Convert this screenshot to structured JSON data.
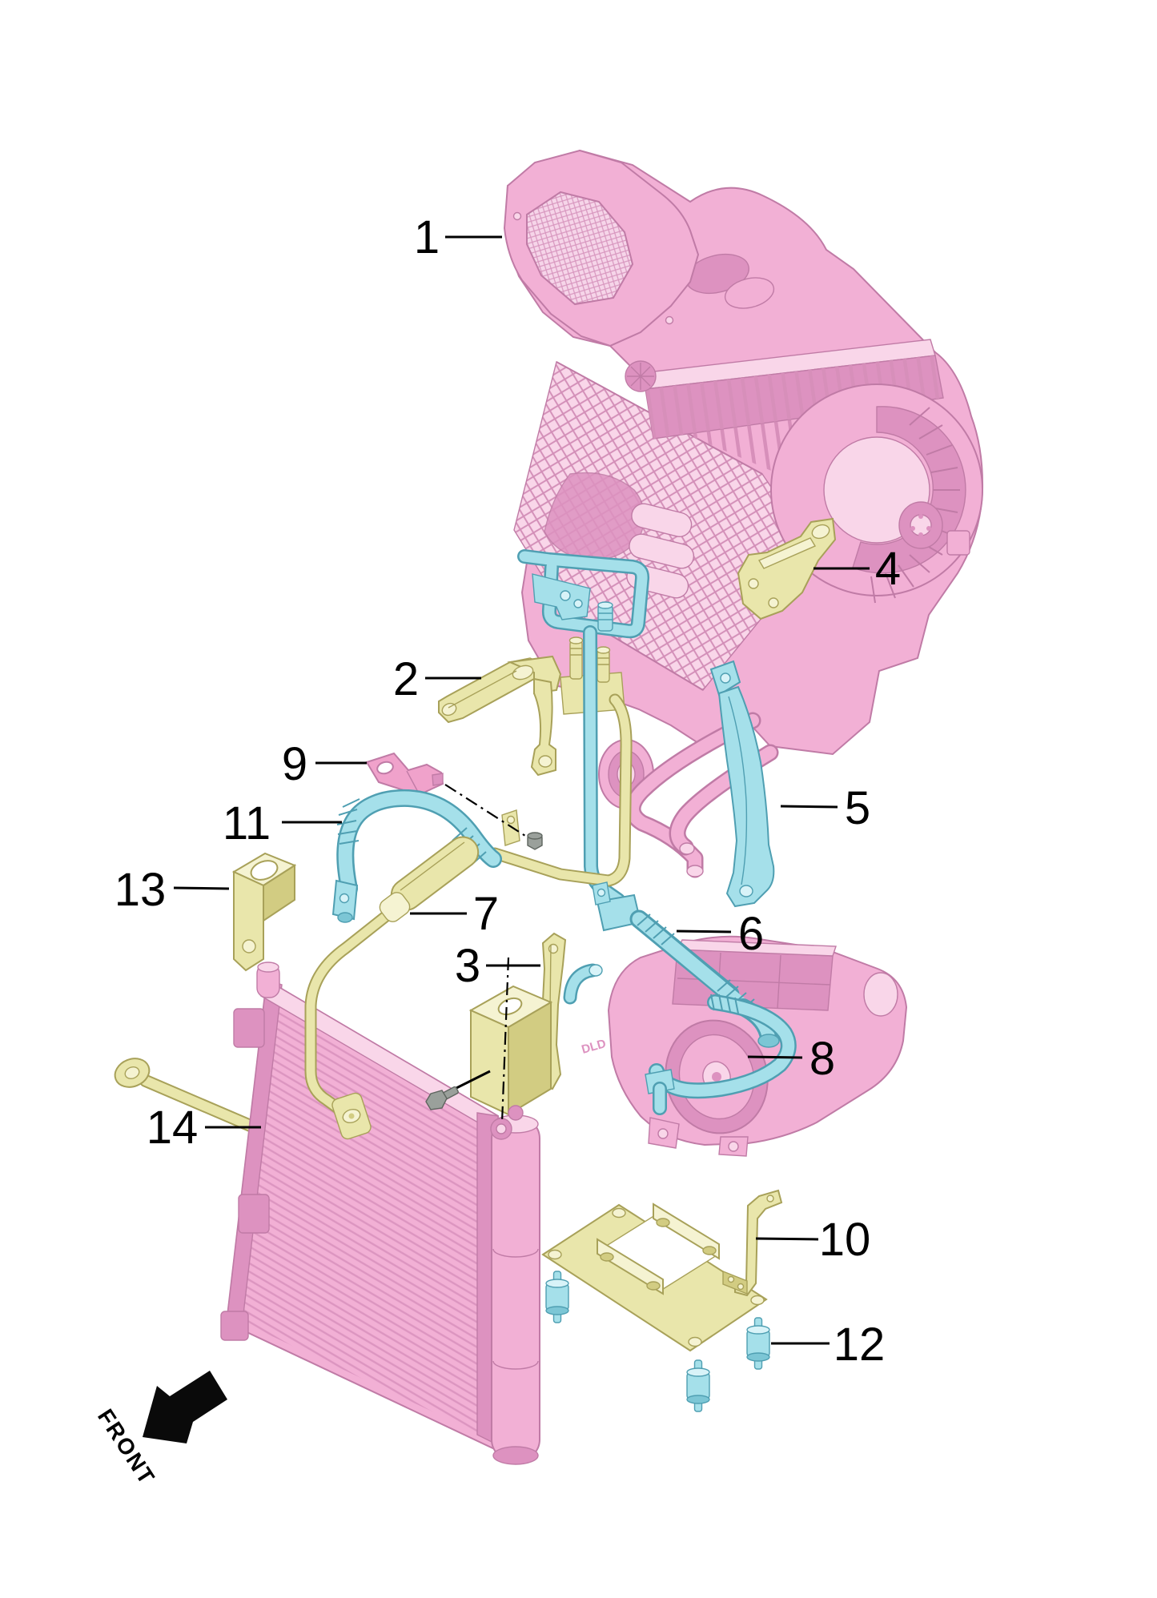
{
  "callouts": [
    {
      "label": "1"
    },
    {
      "label": "2"
    },
    {
      "label": "3"
    },
    {
      "label": "4"
    },
    {
      "label": "5"
    },
    {
      "label": "6"
    },
    {
      "label": "7"
    },
    {
      "label": "8"
    },
    {
      "label": "9"
    },
    {
      "label": "10"
    },
    {
      "label": "11"
    },
    {
      "label": "12"
    },
    {
      "label": "13"
    },
    {
      "label": "14"
    }
  ],
  "front_indicator": {
    "label": "FRONT"
  },
  "compressor_marking": {
    "label": "DLD"
  },
  "colors": {
    "background": "#ffffff",
    "part_pink": "#f2b0d5",
    "part_pink_shade": "#dd92c0",
    "part_pink_light": "#f9d6e9",
    "part_pink_outline": "#c07ba6",
    "part_magenta": "#f0a2cb",
    "part_cyan": "#a5e0ea",
    "part_cyan_shade": "#7cc6d5",
    "part_cyan_light": "#d8f3f8",
    "part_cyan_outline": "#4f9fb2",
    "part_yellow": "#e9e6ab",
    "part_yellow_shade": "#d2cc82",
    "part_yellow_light": "#f5f3d2",
    "part_yellow_outline": "#a8a159",
    "hardware_gray": "#9aa09b",
    "line_black": "#000000"
  }
}
